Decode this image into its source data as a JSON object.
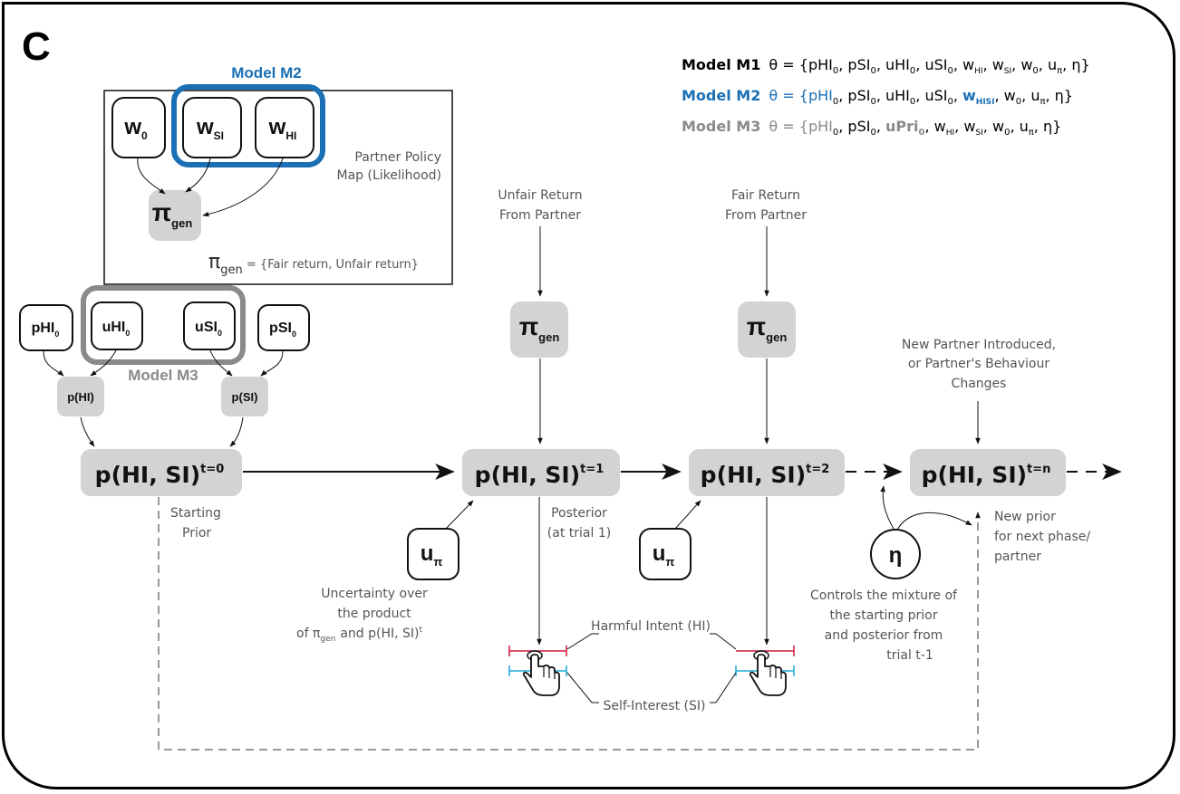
{
  "panel_letter": "C",
  "colors": {
    "m2": "#1a6fb5",
    "m3": "#8a8a8a",
    "hi_line": "#d01a3a",
    "si_line": "#1aa8dc",
    "node_fill": "#d3d3d3"
  },
  "equations": {
    "m1": {
      "label": "Model M1",
      "theta": "θ = {pHI",
      "rest": ", pSI",
      "r2": ", uHI",
      "r3": ", uSI",
      "r4": ", w",
      "hi": "HI",
      "r5": ", w",
      "si": "SI",
      "r6": ", w",
      "zero": "0",
      "r7": ", u",
      "pi": "π",
      "r8": ", η}"
    },
    "m2": {
      "label": "Model M2",
      "theta": "θ = {pHI",
      "rest": ", pSI",
      "r2": ", uHI",
      "r3": ", uSI",
      "r4": ", ",
      "whisi": "w",
      "hisi": "HISI",
      "r6": ", w",
      "zero": "0",
      "r7": ", u",
      "pi": "π",
      "r8": ", η}"
    },
    "m3": {
      "label": "Model M3",
      "theta": "θ = {pHI",
      "rest": ", pSI",
      "r2": ", ",
      "upri": "uPri",
      "r4": ", w",
      "hi": "HI",
      "r5": ", w",
      "si": "SI",
      "r6": ", w",
      "zero": "0",
      "r7": ", u",
      "pi": "π",
      "r8": ", η}"
    },
    "sub0": "0"
  },
  "nodes": {
    "w0": {
      "main": "w",
      "sub": "0"
    },
    "wsi": {
      "main": "w",
      "sub": "SI"
    },
    "whi": {
      "main": "w",
      "sub": "HI"
    },
    "pigen": {
      "main": "π",
      "sub": "gen"
    },
    "phi0": {
      "main": "pHI",
      "sub": "0"
    },
    "uhi0": {
      "main": "uHI",
      "sub": "0"
    },
    "usi0": {
      "main": "uSI",
      "sub": "0"
    },
    "psi0": {
      "main": "pSI",
      "sub": "0"
    },
    "phi": "p(HI)",
    "psi": "p(SI)",
    "upi": {
      "main": "u",
      "sub": "π"
    },
    "eta": "η"
  },
  "model_labels": {
    "m2": "Model M2",
    "m3": "Model M3"
  },
  "policy_box": {
    "label_line1": "Partner Policy",
    "label_line2": "Map (Likelihood)",
    "pi_main": "π",
    "pi_sub": "gen",
    "equals": " = ",
    "set": "{Fair return, Unfair return}"
  },
  "posteriors": {
    "t0": {
      "main": "p(HI, SI)",
      "sup": "t=0"
    },
    "t1": {
      "main": "p(HI, SI)",
      "sup": "t=1"
    },
    "t2": {
      "main": "p(HI, SI)",
      "sup": "t=2"
    },
    "tn": {
      "main": "p(HI, SI)",
      "sup": "t=n"
    }
  },
  "annotations": {
    "unfair_1": "Unfair Return",
    "unfair_2": "From Partner",
    "fair_1": "Fair Return",
    "fair_2": "From Partner",
    "new_partner_1": "New Partner Introduced,",
    "new_partner_2": "or Partner's Behaviour",
    "new_partner_3": "Changes",
    "starting_1": "Starting",
    "starting_2": "Prior",
    "posterior_1": "Posterior",
    "posterior_2": "(at trial 1)",
    "uncert_1": "Uncertainty over",
    "uncert_2": "the product",
    "uncert_3a": "of π",
    "uncert_3sub": "gen",
    "uncert_3b": "and p(HI, SI)",
    "uncert_3sup": "t",
    "eta_1": "Controls the mixture of",
    "eta_2": "the starting prior",
    "eta_3": "and posterior from",
    "eta_4": "trial t-1",
    "newprior_1": "New prior",
    "newprior_2": "for next phase/",
    "newprior_3": "partner",
    "hi_label": "Harmful Intent (HI)",
    "si_label": "Self-Interest (SI)"
  }
}
